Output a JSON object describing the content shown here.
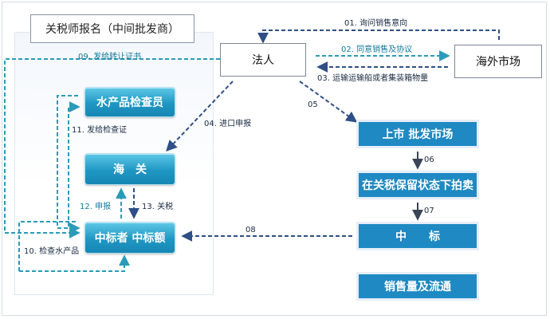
{
  "nodes": {
    "tariff_panel_title": "关税师报名（中间批发商）",
    "legal_person": "法人",
    "overseas_market": "海外市场",
    "aquatic_inspector": "水产品检查员",
    "customs": "海　关",
    "winning_bidder": "中标者 中标额",
    "listing_wholesale": "上市 批发市场",
    "bonded_auction": "在关税保留状态下拍卖",
    "winning_bid": "中　　标",
    "sales_circulation": "销售量及流通"
  },
  "edges": {
    "e01": "01. 询问销售意向",
    "e02": "02. 同意销售及协议",
    "e03": "03. 运输运输船或者集装箱物量",
    "e04": "04. 进口申报",
    "e05": "05",
    "e06": "06",
    "e07": "07",
    "e08": "08",
    "e09": "09. 发给转让证书",
    "e10": "10. 检查水产品",
    "e11": "11. 发给检查证",
    "e12": "12. 申报",
    "e13": "13. 关税"
  },
  "colors": {
    "node_gradient_top": "#5fc8e6",
    "node_gradient_bottom": "#1687b4",
    "node_flat": "#1e89c2",
    "arrow_teal": "#2a9bb8",
    "arrow_navy": "#2f4f86",
    "arrow_dark": "#3a4556"
  }
}
